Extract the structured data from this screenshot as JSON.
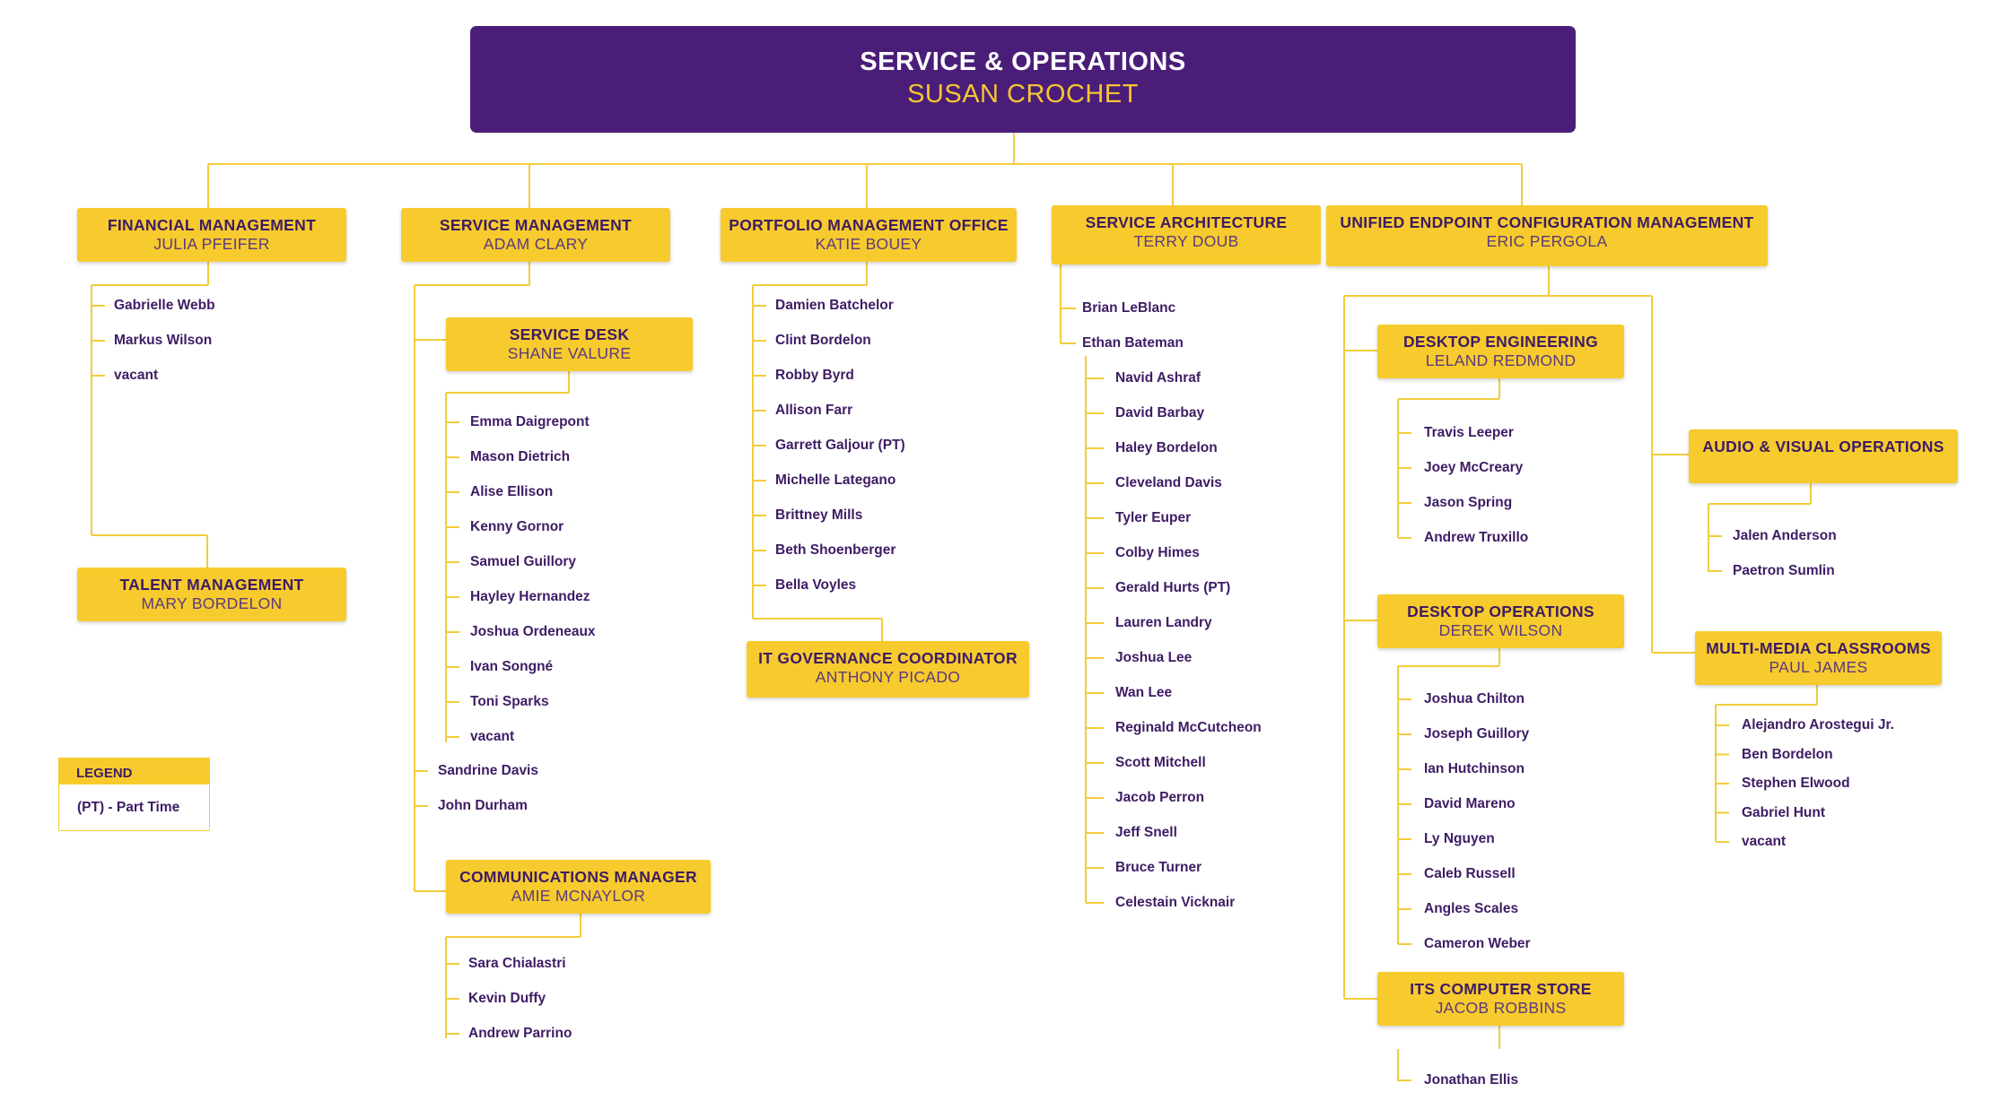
{
  "top": {
    "title": "SERVICE & OPERATIONS",
    "name": "SUSAN CROCHET"
  },
  "units": [
    {
      "title": "FINANCIAL MANAGEMENT",
      "name": "JULIA PFEIFER",
      "members": [
        "Gabrielle Webb",
        "Markus Wilson",
        "vacant"
      ]
    },
    {
      "title": "TALENT MANAGEMENT",
      "name": "MARY BORDELON",
      "members": []
    },
    {
      "title": "SERVICE MANAGEMENT",
      "name": "ADAM CLARY",
      "members": []
    },
    {
      "title": "SERVICE DESK",
      "name": "SHANE VALURE",
      "members": [
        "Emma Daigrepont",
        "Mason Dietrich",
        "Alise Ellison",
        "Kenny Gornor",
        "Samuel Guillory",
        "Hayley Hernandez",
        "Joshua Ordeneaux",
        "Ivan Songné",
        "Toni Sparks",
        "vacant"
      ]
    },
    {
      "title": "",
      "name": "",
      "members": [
        "Sandrine Davis",
        "John Durham"
      ]
    },
    {
      "title": "COMMUNICATIONS MANAGER",
      "name": "AMIE MCNAYLOR",
      "members": [
        "Sara Chialastri",
        "Kevin Duffy",
        "Andrew Parrino"
      ]
    },
    {
      "title": "PORTFOLIO MANAGEMENT OFFICE",
      "name": "KATIE BOUEY",
      "members": [
        "Damien Batchelor",
        "Clint Bordelon",
        "Robby Byrd",
        "Allison Farr",
        "Garrett Galjour (PT)",
        "Michelle Lategano",
        "Brittney Mills",
        "Beth Shoenberger",
        "Bella Voyles"
      ]
    },
    {
      "title": "IT GOVERNANCE COORDINATOR",
      "name": "ANTHONY PICADO",
      "members": []
    },
    {
      "title": "SERVICE ARCHITECTURE",
      "name": "TERRY DOUB",
      "members": [
        "Brian LeBlanc",
        "Ethan Bateman"
      ]
    },
    {
      "title": "",
      "name": "",
      "members": [
        "Navid Ashraf",
        "David Barbay",
        "Haley Bordelon",
        "Cleveland Davis",
        "Tyler Euper",
        "Colby Himes",
        "Gerald Hurts (PT)",
        "Lauren Landry",
        "Joshua Lee",
        "Wan Lee",
        "Reginald McCutcheon",
        "Scott Mitchell",
        "Jacob Perron",
        "Jeff Snell",
        "Bruce Turner",
        "Celestain Vicknair"
      ]
    },
    {
      "title": "UNIFIED ENDPOINT CONFIGURATION MANAGEMENT",
      "name": "ERIC PERGOLA",
      "members": []
    },
    {
      "title": "DESKTOP ENGINEERING",
      "name": "LELAND REDMOND",
      "members": [
        "Travis Leeper",
        "Joey McCreary",
        "Jason Spring",
        "Andrew Truxillo"
      ]
    },
    {
      "title": "DESKTOP OPERATIONS",
      "name": "DEREK WILSON",
      "members": [
        "Joshua Chilton",
        "Joseph Guillory",
        "Ian Hutchinson",
        "David Mareno",
        "Ly Nguyen",
        "Caleb Russell",
        "Angles Scales",
        "Cameron Weber"
      ]
    },
    {
      "title": "ITS COMPUTER STORE",
      "name": "JACOB ROBBINS",
      "members": [
        "Jonathan Ellis"
      ]
    },
    {
      "title": "AUDIO & VISUAL OPERATIONS",
      "name": "",
      "members": [
        "Jalen Anderson",
        "Paetron Sumlin"
      ]
    },
    {
      "title": "MULTI-MEDIA CLASSROOMS",
      "name": "PAUL JAMES",
      "members": [
        "Alejandro Arostegui Jr.",
        "Ben Bordelon",
        "Stephen Elwood",
        "Gabriel Hunt",
        "vacant"
      ]
    }
  ],
  "legend": {
    "title": "LEGEND",
    "text": "(PT) - Part Time"
  },
  "colors": {
    "purple": "#4A1E78",
    "gold": "#F7CB2D",
    "line": "#F2CC3A",
    "text": "#3E1C64"
  }
}
